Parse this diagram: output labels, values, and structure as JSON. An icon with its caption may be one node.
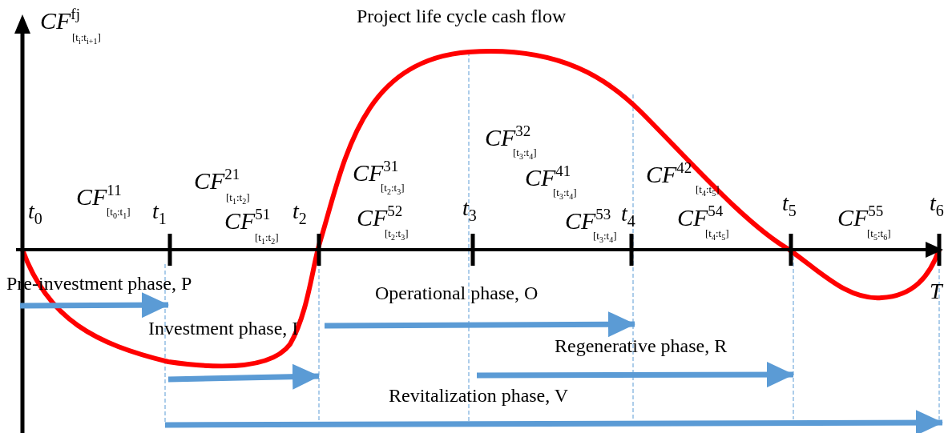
{
  "diagram": {
    "title": "Project life cycle cash flow",
    "labels": [
      "CF$^{fj}$",
      "[t$_{i}$:t$_{i+1}$]",
      "CF$^{32}$",
      "[t$_{3}$:t$_{4}$]",
      "CF$^{31}$",
      "[t$_{2}$:t$_{3}$]",
      "CF$^{42}$",
      "[t$_{4}$:t$_{5}$]",
      "CF$^{41}$",
      "[t$_{3}$:t$_{4}$]",
      "CF$^{21}$",
      "[t$_{1}$:t$_{2}$]",
      "CF$^{11}$",
      "[t$_{0}$:t$_{1}$]",
      "t$_{0}$",
      "t$_{1}$",
      "t$_{2}$",
      "t$_{3}$",
      "t$_{4}$",
      "t$_{5}$",
      "t$_{6}$",
      "CF$^{51}$",
      "[t$_{1}$:t$_{2}$]",
      "CF$^{52}$",
      "[t$_{2}$:t$_{3}$]",
      "CF$^{53}$",
      "[t$_{3}$:t$_{4}$]",
      "CF$^{54}$",
      "[t$_{4}$:t$_{5}$]",
      "CF$^{55}$",
      "[t$_{5}$:t$_{6}$]",
      "Pre-investment phase, P",
      "Operational phase, O",
      "T",
      "Investment phase, I",
      "Regenerative phase, R",
      "Revitalization phase, V"
    ]
  }
}
